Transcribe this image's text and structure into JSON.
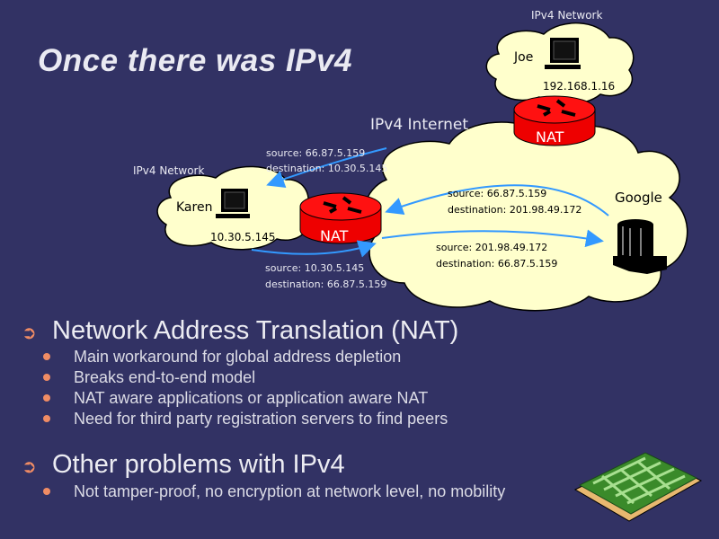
{
  "slide": {
    "title": "Once there was IPv4"
  },
  "diagram": {
    "internet_label": "IPv4 Internet",
    "joe_network": {
      "label": "IPv4 Network",
      "host": "Joe",
      "ip": "192.168.1.16",
      "router": "NAT"
    },
    "karen_network": {
      "label": "IPv4 Network",
      "host": "Karen",
      "ip": "10.30.5.145",
      "router": "NAT"
    },
    "server": {
      "label": "Google"
    },
    "packets": [
      {
        "source": "source: 66.87.5.159",
        "destination": "destination: 10.30.5.145"
      },
      {
        "source": "source: 10.30.5.145",
        "destination": "destination: 66.87.5.159"
      },
      {
        "source": "source: 66.87.5.159",
        "destination": "destination: 201.98.49.172"
      },
      {
        "source": "source: 201.98.49.172",
        "destination": "destination: 66.87.5.159"
      }
    ],
    "colors": {
      "cloud": "#ffffcc",
      "router": "#ff0000",
      "arrow": "#3399ff",
      "background": "#323264"
    }
  },
  "sections": [
    {
      "heading": "Network Address Translation (NAT)",
      "bullets": [
        "Main workaround for global address depletion",
        "Breaks end-to-end model",
        "NAT aware applications or application aware NAT",
        "Need for third party registration servers to find peers"
      ]
    },
    {
      "heading": "Other problems with IPv4",
      "bullets": [
        "Not tamper-proof, no encryption at network level, no mobility"
      ]
    }
  ]
}
